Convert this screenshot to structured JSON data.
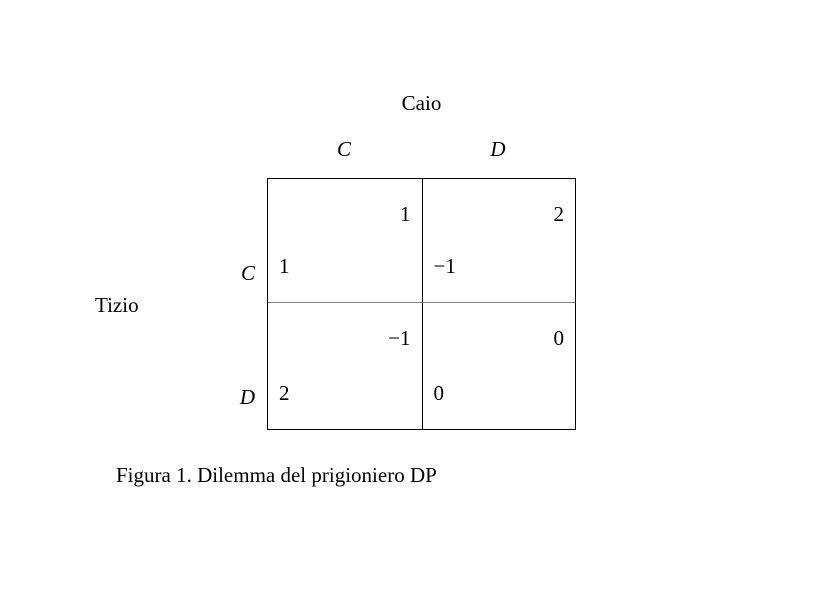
{
  "figure": {
    "caption": "Figura 1. Dilemma del prigioniero DP",
    "column_player": "Caio",
    "row_player": "Tizio",
    "column_headers": [
      "C",
      "D"
    ],
    "row_headers": [
      "C",
      "D"
    ]
  },
  "chart_data": {
    "type": "table",
    "title": "Figura 1. Dilemma del prigioniero DP",
    "xlabel": "Caio",
    "ylabel": "Tizio",
    "categories": [
      "C",
      "D"
    ],
    "row_categories": [
      "C",
      "D"
    ],
    "column_categories": [
      "C",
      "D"
    ],
    "grid": true,
    "legend": "none",
    "cells": [
      {
        "row": "C",
        "col": "C",
        "row_player_payoff": "1",
        "col_player_payoff": "1"
      },
      {
        "row": "C",
        "col": "D",
        "row_player_payoff": "−1",
        "col_player_payoff": "2"
      },
      {
        "row": "D",
        "col": "C",
        "row_player_payoff": "2",
        "col_player_payoff": "−1"
      },
      {
        "row": "D",
        "col": "D",
        "row_player_payoff": "0",
        "col_player_payoff": "0"
      }
    ],
    "colors": {
      "text": "#000000",
      "outer_border": "#000000",
      "inner_divider": "#7f7f7f",
      "background": "#ffffff"
    }
  }
}
